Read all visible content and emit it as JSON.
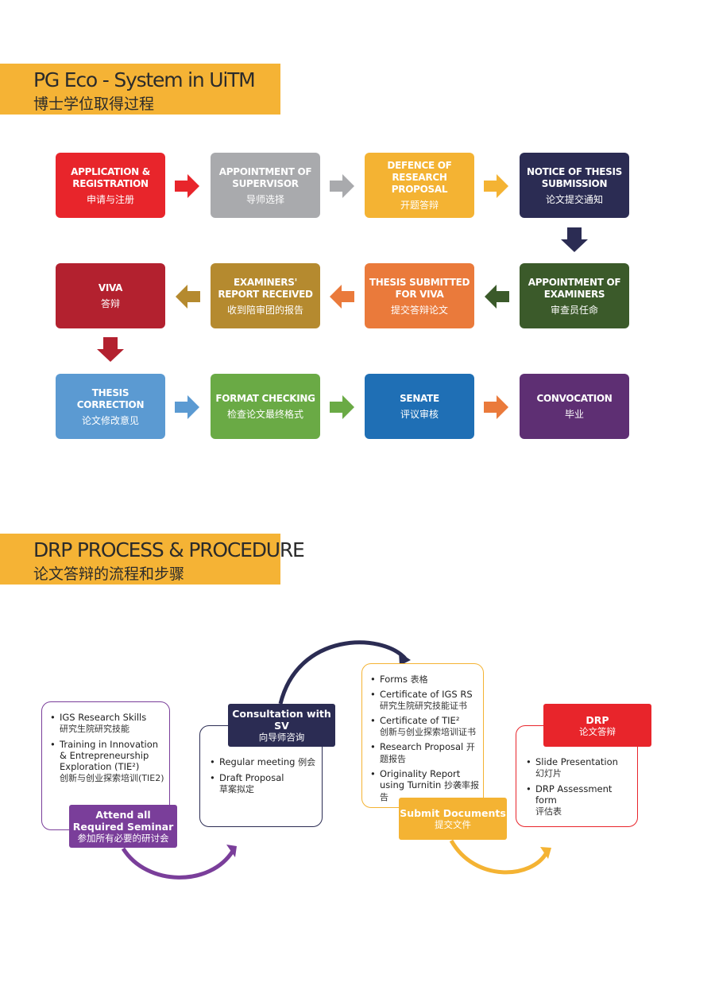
{
  "section1": {
    "title_en": "PG Eco - System in UiTM",
    "title_zh": "博士学位取得过程"
  },
  "steps": [
    {
      "en": "APPLICATION & REGISTRATION",
      "zh": "申请与注册",
      "color": "#e8252b"
    },
    {
      "en": "APPOINTMENT OF SUPERVISOR",
      "zh": "导师选择",
      "color": "#a9aaad"
    },
    {
      "en": "DEFENCE OF RESEARCH PROPOSAL",
      "zh": "开题答辩",
      "color": "#f4b333"
    },
    {
      "en": "NOTICE OF THESIS SUBMISSION",
      "zh": "论文提交通知",
      "color": "#2b2c53"
    },
    {
      "en": "APPOINTMENT OF EXAMINERS",
      "zh": "审查员任命",
      "color": "#3b5a2a"
    },
    {
      "en": "THESIS SUBMITTED FOR VIVA",
      "zh": "提交答辩论文",
      "color": "#ea7a3b"
    },
    {
      "en": "EXAMINERS' REPORT RECEIVED",
      "zh": "收到陪审团的报告",
      "color": "#b58a2f"
    },
    {
      "en": "VIVA",
      "zh": "答辩",
      "color": "#b3212f"
    },
    {
      "en": "THESIS CORRECTION",
      "zh": "论文修改意见",
      "color": "#5b9ad2"
    },
    {
      "en": "FORMAT CHECKING",
      "zh": "检查论文最终格式",
      "color": "#6aaa45"
    },
    {
      "en": "SENATE",
      "zh": "评议审核",
      "color": "#1f6fb5"
    },
    {
      "en": "CONVOCATION",
      "zh": "毕业",
      "color": "#5e2f73"
    }
  ],
  "section2": {
    "title_en": "DRP PROCESS & PROCEDURE",
    "title_zh": "论文答辩的流程和步骤"
  },
  "drp": {
    "seminar": {
      "label_en": "Attend all Required Seminar",
      "label_zh": "参加所有必要的研讨会",
      "color": "#7a3e9a",
      "items": [
        {
          "en": "IGS Research Skills",
          "zh": "研究生院研究技能"
        },
        {
          "en": "Training in Innovation & Entrepreneurship Exploration (TIE²)",
          "zh": "创新与创业探索培训(TIE2)"
        }
      ]
    },
    "consultation": {
      "label_en": "Consultation with SV",
      "label_zh": "向导师咨询",
      "color": "#2b2c53",
      "items": [
        {
          "en": "Regular meeting",
          "zh": "例会"
        },
        {
          "en": "Draft Proposal",
          "zh": "草案拟定"
        }
      ]
    },
    "documents": {
      "label_en": "Submit Documents",
      "label_zh": "提交文件",
      "color": "#f4b333",
      "items": [
        {
          "en": "Forms",
          "zh": "表格"
        },
        {
          "en": "Certificate of IGS RS",
          "zh": "研究生院研究技能证书"
        },
        {
          "en": "Certificate of TIE²",
          "zh": "创新与创业探索培训证书"
        },
        {
          "en": "Research Proposal",
          "zh": "开题报告"
        },
        {
          "en": "Originality Report using Turnitin",
          "zh": "抄袭率报告"
        }
      ]
    },
    "drp": {
      "label_en": "DRP",
      "label_zh": "论文答辩",
      "color": "#e8252b",
      "items": [
        {
          "en": "Slide Presentation",
          "zh": "幻灯片"
        },
        {
          "en": "DRP Assessment form",
          "zh": "评估表"
        }
      ]
    }
  }
}
